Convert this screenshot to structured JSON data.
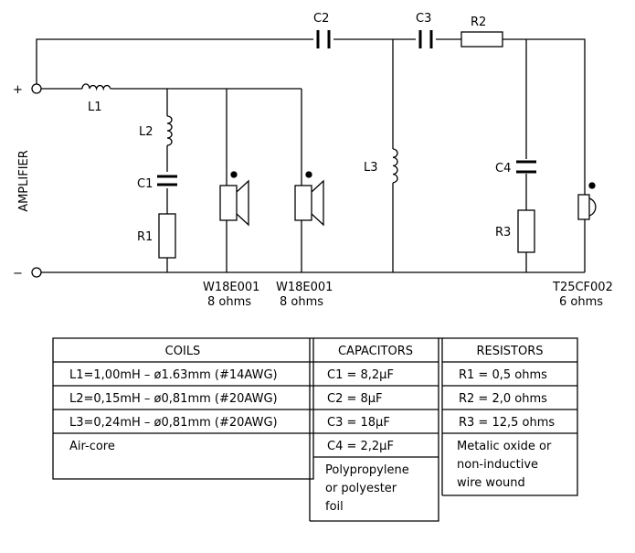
{
  "circuit": {
    "input_plus": "+",
    "input_minus": "−",
    "input_label": "AMPLIFIER",
    "components": {
      "L1": "L1",
      "L2": "L2",
      "L3": "L3",
      "C1": "C1",
      "C2": "C2",
      "C3": "C3",
      "C4": "C4",
      "R1": "R1",
      "R2": "R2",
      "R3": "R3"
    },
    "drivers": [
      {
        "model": "W18E001",
        "impedance": "8 ohms"
      },
      {
        "model": "W18E001",
        "impedance": "8 ohms"
      },
      {
        "model": "T25CF002",
        "impedance": "6 ohms"
      }
    ]
  },
  "table": {
    "coils": {
      "header": "COILS",
      "rows": [
        "L1=1,00mH – ø1.63mm (#14AWG)",
        "L2=0,15mH – ø0,81mm (#20AWG)",
        "L3=0,24mH – ø0,81mm (#20AWG)",
        "Air-core"
      ]
    },
    "capacitors": {
      "header": "CAPACITORS",
      "rows": [
        "C1 = 8,2µF",
        "C2 = 8µF",
        "C3 = 18µF",
        "C4 = 2,2µF"
      ],
      "note": [
        "Polypropylene",
        "or polyester",
        "foil"
      ]
    },
    "resistors": {
      "header": "RESISTORS",
      "rows": [
        "R1 = 0,5 ohms",
        "R2 = 2,0 ohms",
        "R3 = 12,5 ohms"
      ],
      "note": [
        "Metalic oxide or",
        "non-inductive",
        "wire wound"
      ]
    }
  }
}
